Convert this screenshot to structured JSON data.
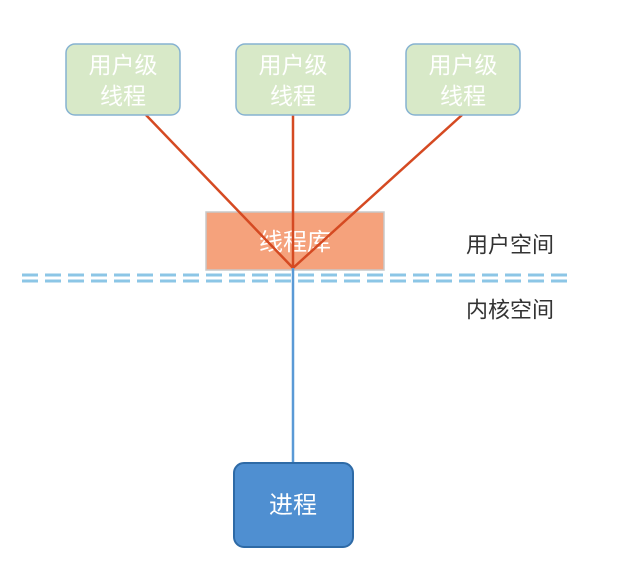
{
  "user_threads": [
    {
      "line1": "用户级",
      "line2": "线程"
    },
    {
      "line1": "用户级",
      "line2": "线程"
    },
    {
      "line1": "用户级",
      "line2": "线程"
    }
  ],
  "thread_library": {
    "label": "线程库"
  },
  "process": {
    "label": "进程"
  },
  "user_space_label": "用户空间",
  "kernel_space_label": "内核空间",
  "colors": {
    "thread_fill": "#d8e9c8",
    "thread_stroke": "#86b2d1",
    "thread_text": "#ffffff",
    "library_fill": "#f5a27c",
    "library_stroke": "#c8c8c8",
    "process_fill": "#4f8fd1",
    "process_stroke": "#2e6aa6",
    "red_line": "#d54a22",
    "blue_line": "#5a9ad6",
    "dashed_line": "#8cc6e6",
    "space_text": "#333333"
  }
}
